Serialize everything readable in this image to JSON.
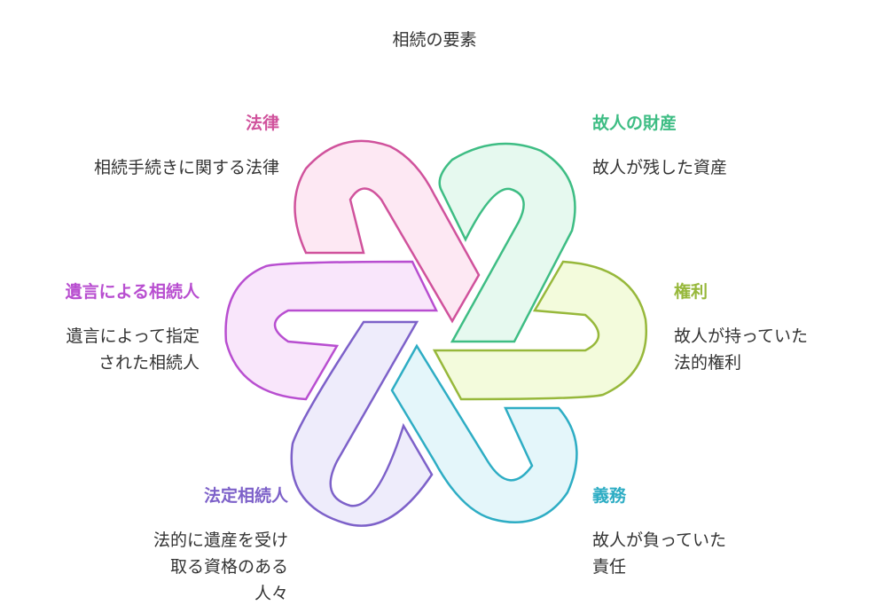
{
  "title": "相続の要素",
  "elements": [
    {
      "heading": "法律",
      "description": "相続手続きに関する法律",
      "color": "#d0529c",
      "fill": "#fde8f3"
    },
    {
      "heading": "故人の財産",
      "description": "故人が残した資産",
      "color": "#3ebd84",
      "fill": "#e6f9ef"
    },
    {
      "heading": "権利",
      "description": "故人が持っていた\n法的権利",
      "color": "#97b83b",
      "fill": "#f3fbdc"
    },
    {
      "heading": "義務",
      "description": "故人が負っていた\n責任",
      "color": "#2eadc4",
      "fill": "#e4f6fa"
    },
    {
      "heading": "法定相続人",
      "description": "法的に遺産を受け\n取る資格のある\n人々",
      "color": "#7d61c9",
      "fill": "#eeecfb"
    },
    {
      "heading": "遺言による相続人",
      "description": "遺言によって指定\nされた相続人",
      "color": "#b84ed0",
      "fill": "#f9e6fb"
    }
  ]
}
